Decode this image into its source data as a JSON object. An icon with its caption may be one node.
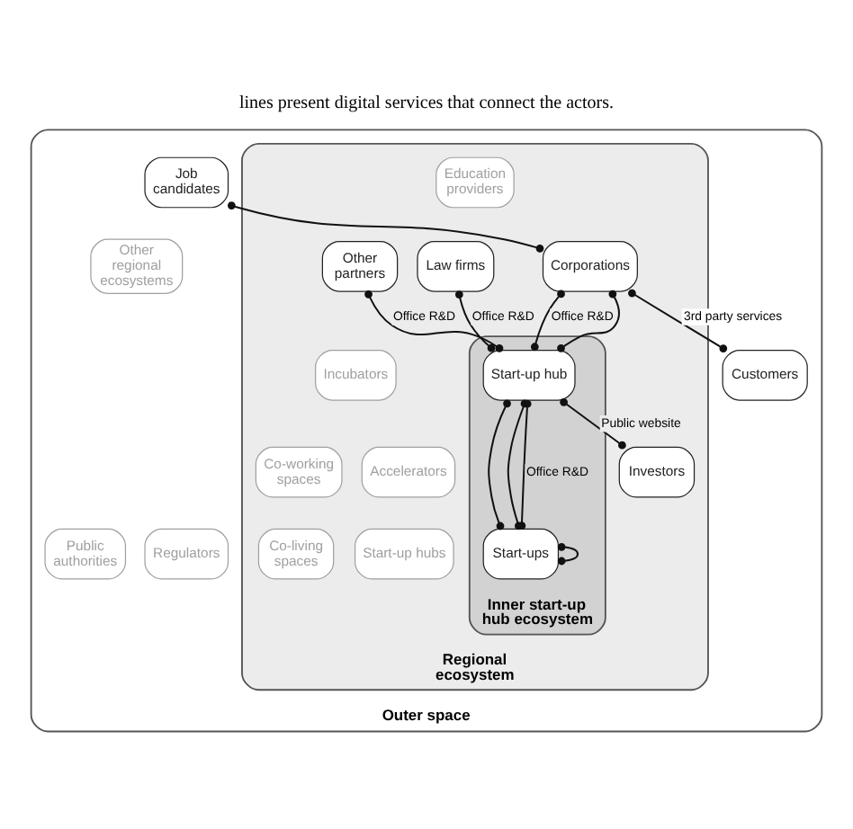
{
  "diagram": {
    "caption": "lines present digital services that connect the actors.",
    "nodes": [
      {
        "text": [
          "Outer space"
        ]
      },
      {
        "text": [
          "Job candidates"
        ],
        "in": 0
      },
      {
        "text": [
          "Customers"
        ],
        "in": 0
      },
      {
        "text": [
          "Other regional ecosystems"
        ],
        "in": 0
      },
      {
        "text": [
          "Regional ecosystem"
        ],
        "in": 0
      },
      {
        "text": [
          "Corporations"
        ],
        "in": 4
      },
      {
        "text": [
          "Education providers"
        ],
        "in": 4
      },
      {
        "text": [
          "Law firms"
        ],
        "in": 4
      },
      {
        "text": [
          "Other partners"
        ],
        "in": 4
      },
      {
        "text": [
          "Inner start-up hub ecosystem"
        ],
        "in": 4
      },
      {
        "text": [
          "Start-up hub"
        ],
        "in": 9
      },
      {
        "text": [
          "Start-ups"
        ],
        "in": 9
      },
      {
        "text": [
          "Investors"
        ],
        "in": 4
      },
      {
        "text": [
          "Incubators"
        ],
        "in": 4
      },
      {
        "text": [
          "Accelerators"
        ],
        "in": 4
      },
      {
        "text": [
          "Co-working spaces"
        ],
        "in": 4
      },
      {
        "text": [
          "Start-up hubs"
        ],
        "in": 4
      },
      {
        "text": [
          "Co-living spaces"
        ],
        "in": 4
      },
      {
        "text": [
          "Regulators"
        ],
        "in": 0
      },
      {
        "text": [
          "Public authorities"
        ],
        "in": 0
      }
    ],
    "edges": [
      {
        "from": 5,
        "to": 2,
        "arrow": "other",
        "label": "3rd party services"
      },
      {
        "from": 1,
        "to": 5,
        "arrow": "other"
      },
      {
        "from": 5,
        "to": 10,
        "arrow": "other",
        "label": "Office R&D"
      },
      {
        "from": 5,
        "to": 10,
        "arrow": "other"
      },
      {
        "from": 7,
        "to": 10,
        "arrow": "other",
        "label": "Office R&D"
      },
      {
        "from": 8,
        "to": 10,
        "arrow": "other",
        "label": "Office R&D"
      },
      {
        "from": 10,
        "to": 12,
        "arrow": "other",
        "label": "Public website"
      },
      {
        "from": 10,
        "to": 11,
        "arrow": "other"
      },
      {
        "from": 10,
        "to": 11,
        "arrow": "other"
      },
      {
        "from": 10,
        "to": 11,
        "arrow": "other",
        "label": "Office R&D"
      },
      {
        "from": 11,
        "to": 11,
        "arrow": "other"
      }
    ]
  }
}
